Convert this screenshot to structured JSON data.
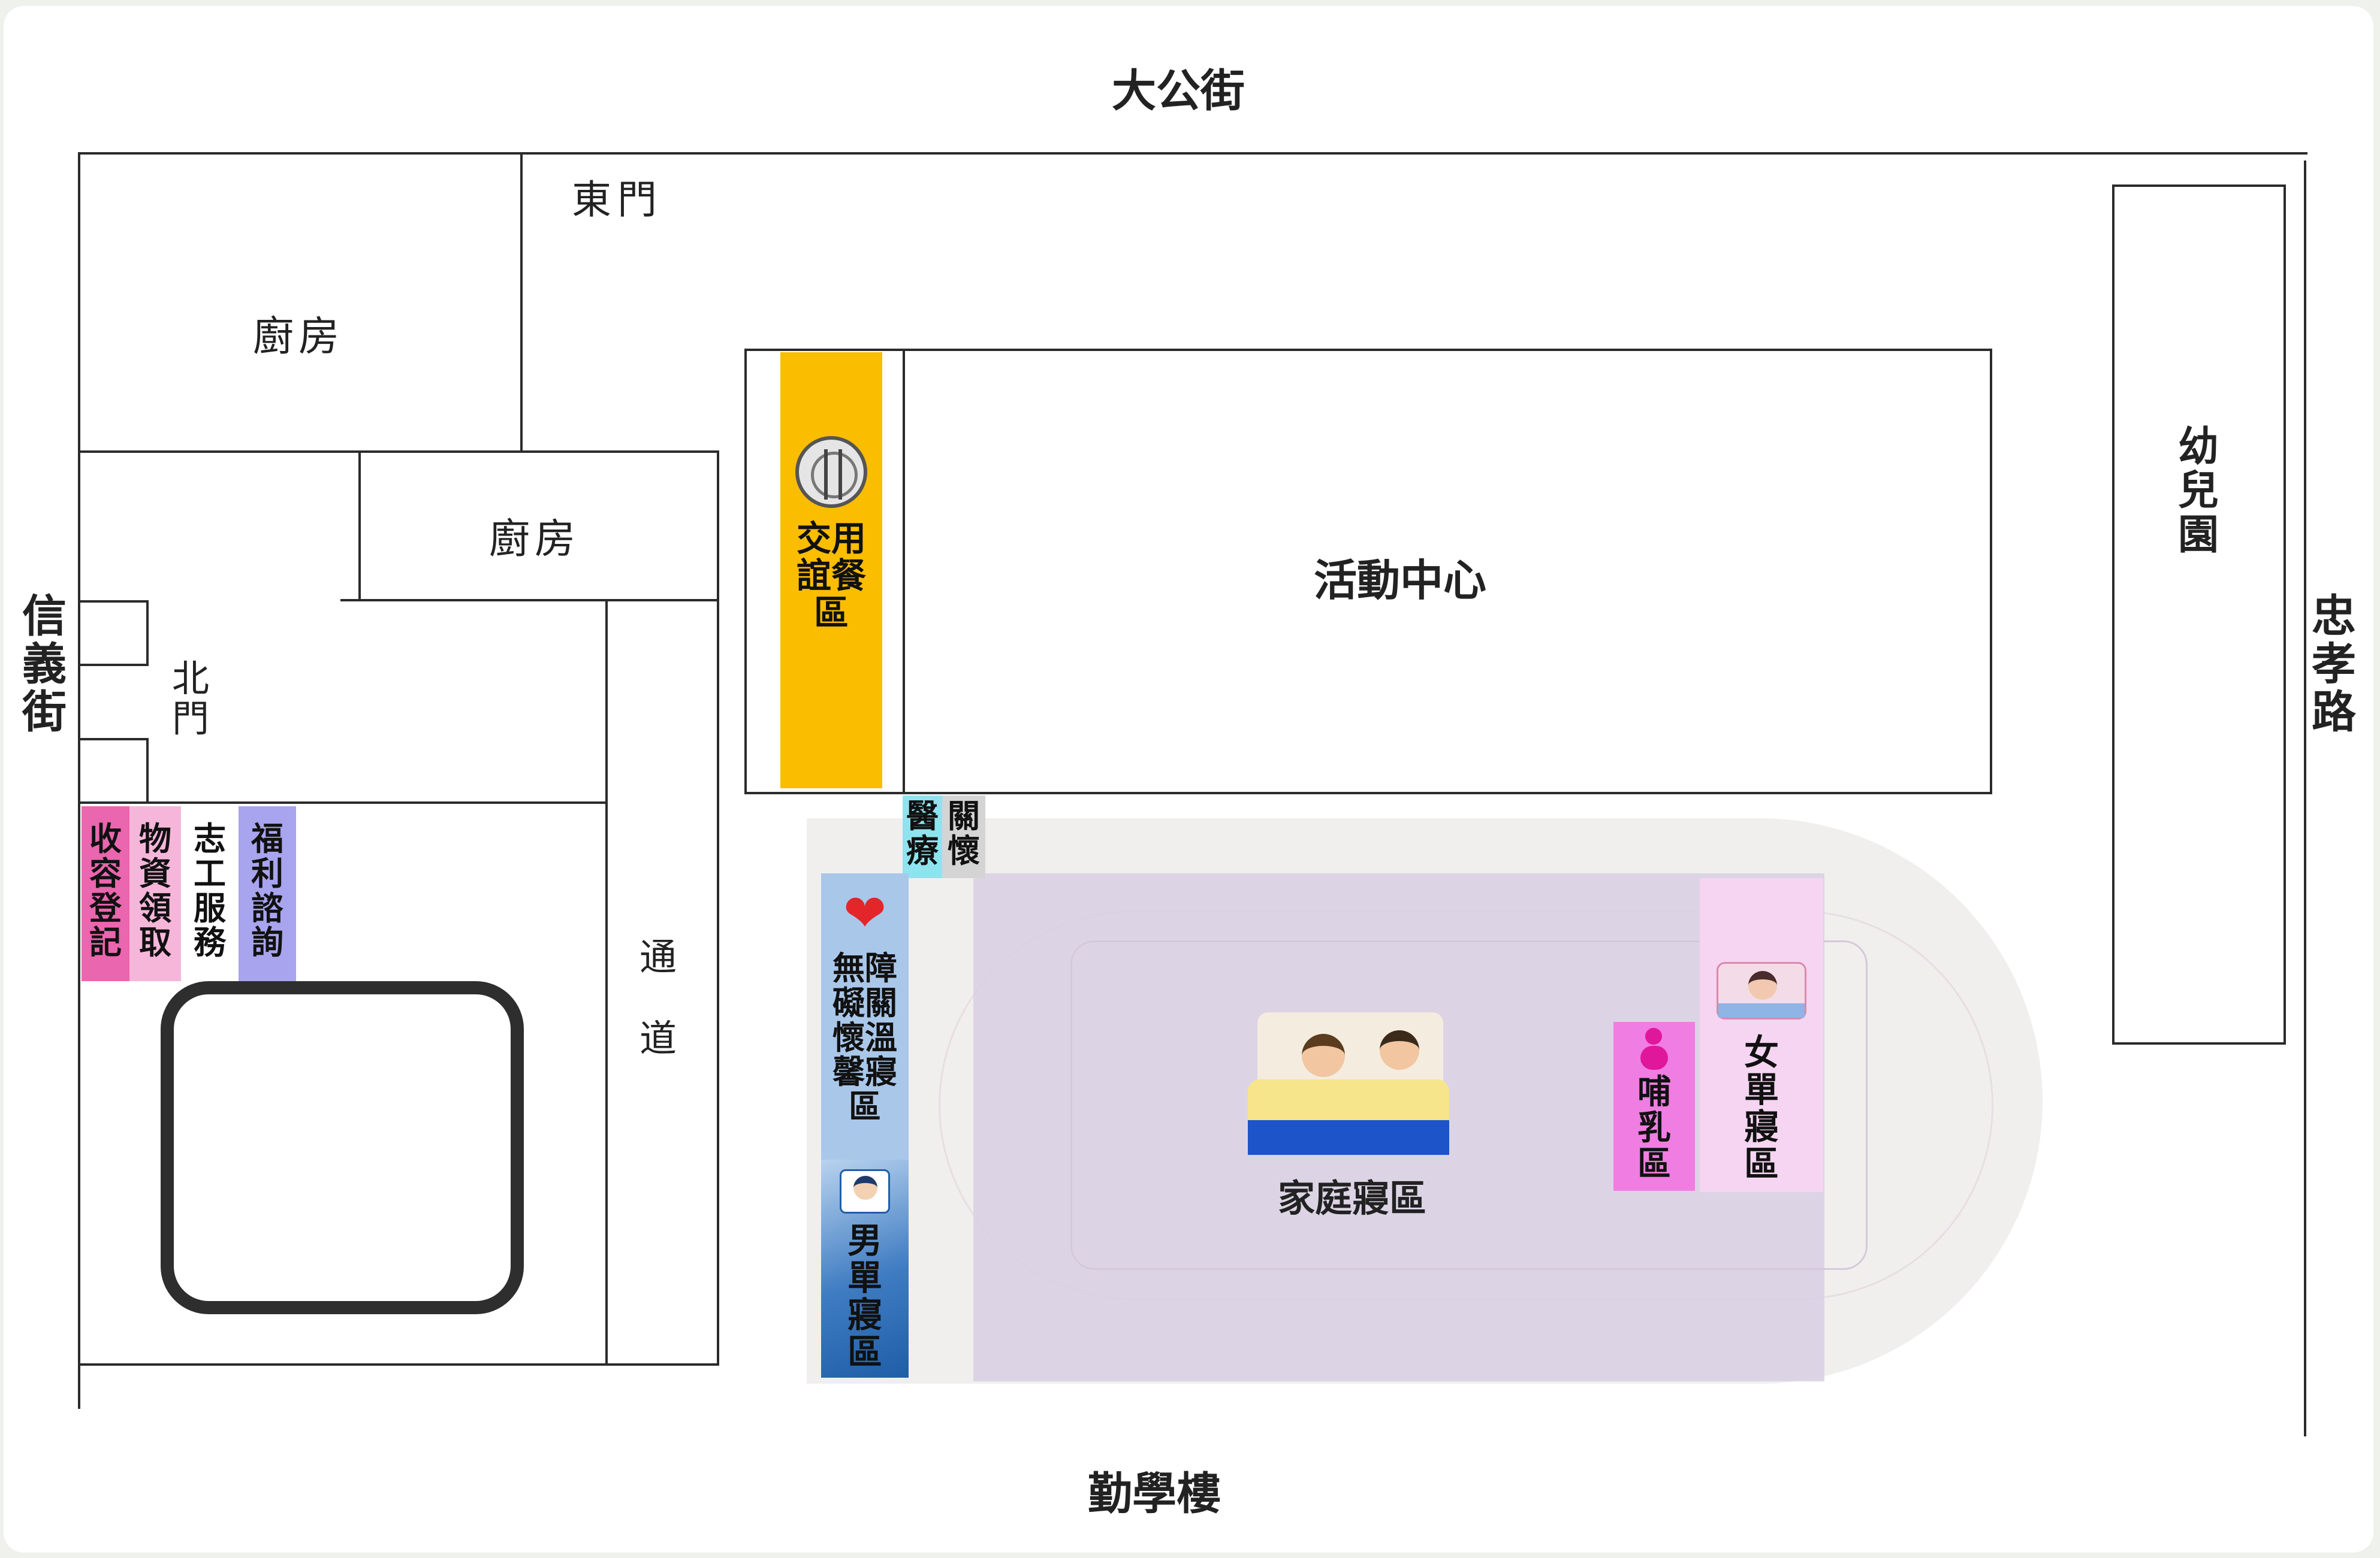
{
  "streets": {
    "top": "大公街",
    "bottom": "勤學樓",
    "left": "信義街",
    "right": "忠孝路"
  },
  "buildings": {
    "east_gate": "東門",
    "kitchen_1": "廚房",
    "kitchen_2": "廚房",
    "north_gate": "北門",
    "passage": "通道",
    "activity_center": "活動中心",
    "kindergarten": "幼兒園"
  },
  "zones": {
    "dining": "交用誼餐區",
    "medical": "醫療",
    "care": "關懷",
    "shelter_registration": "收容登記",
    "supplies": "物資領取",
    "volunteer": "志工服務",
    "welfare": "福利諮詢",
    "accessible": "無障礙關懷溫馨寢區",
    "male": "男單寢區",
    "family": "家庭寢區",
    "nursing": "哺乳區",
    "female": "女單寢區"
  },
  "colors": {
    "dining": "#fbbd00",
    "medical": "#8fe3ef",
    "care": "#d4d4d4",
    "registration": "#ea66ae",
    "supplies": "#f6b6da",
    "welfare": "#a8a4ee",
    "accessible": "#a9c7e9",
    "male": "#3f7cc2",
    "family": "#d8cfe3",
    "nursing": "#f07de2",
    "female": "#f5d5f2"
  },
  "icons": [
    "plate-icon",
    "heart-hand-icon",
    "male-sleeper-icon",
    "family-bed-icon",
    "mother-baby-icon",
    "female-sleeper-icon"
  ]
}
